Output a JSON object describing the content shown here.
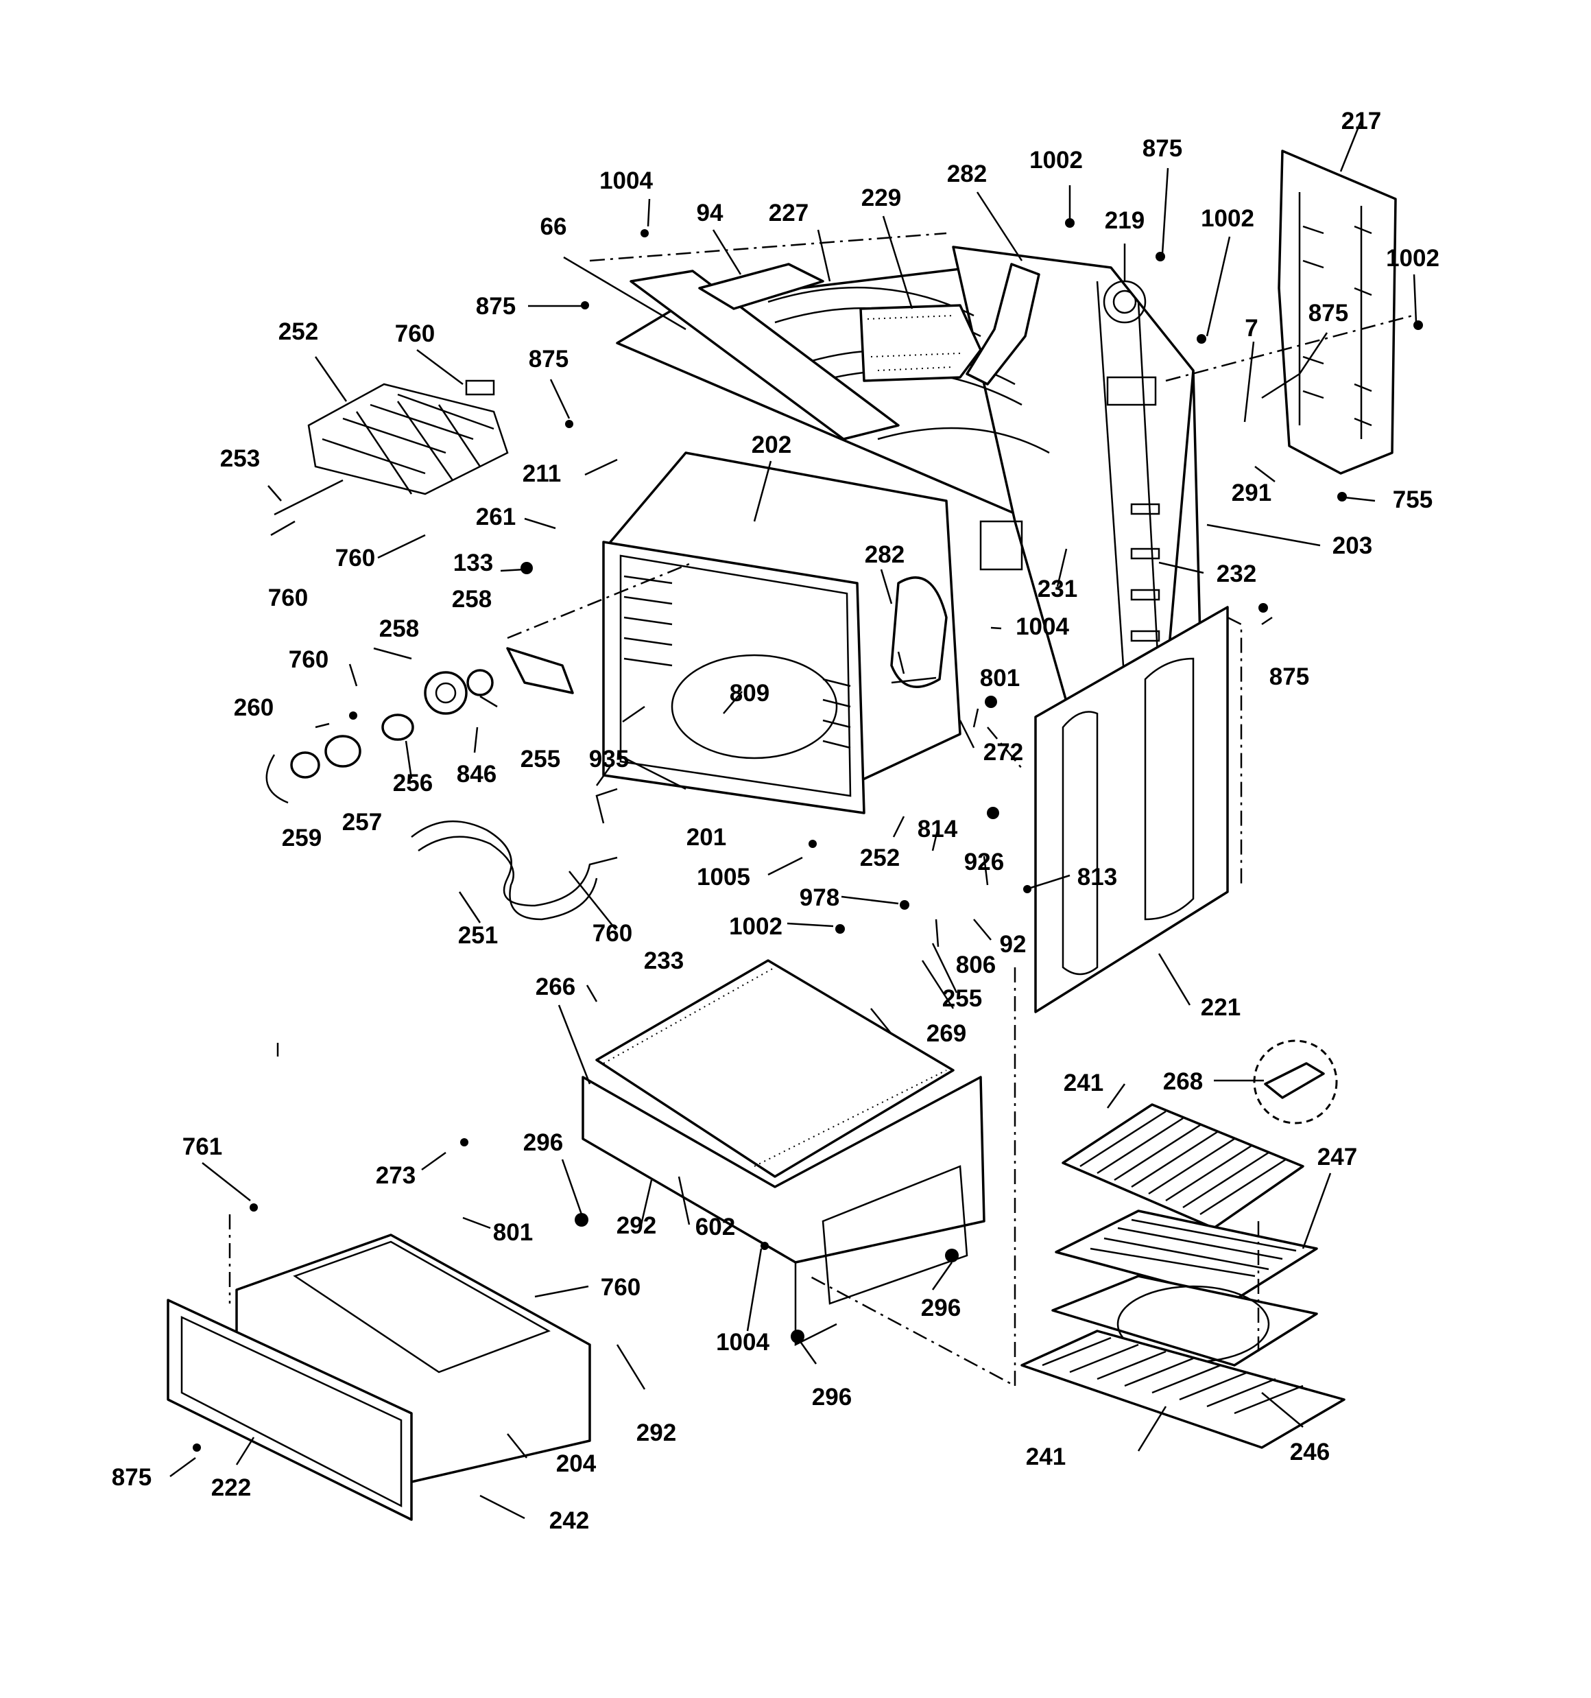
{
  "diagram": {
    "callouts": [
      {
        "id": "c1",
        "text": "217"
      },
      {
        "id": "c2",
        "text": "1004"
      },
      {
        "id": "c3",
        "text": "282"
      },
      {
        "id": "c4",
        "text": "1002"
      },
      {
        "id": "c5",
        "text": "875"
      },
      {
        "id": "c6",
        "text": "94"
      },
      {
        "id": "c7",
        "text": "227"
      },
      {
        "id": "c8",
        "text": "229"
      },
      {
        "id": "c9",
        "text": "219"
      },
      {
        "id": "c10",
        "text": "1002"
      },
      {
        "id": "c11",
        "text": "1002"
      },
      {
        "id": "c12",
        "text": "66"
      },
      {
        "id": "c13",
        "text": "875"
      },
      {
        "id": "c14",
        "text": "252"
      },
      {
        "id": "c15",
        "text": "760"
      },
      {
        "id": "c16",
        "text": "875"
      },
      {
        "id": "c17",
        "text": "875"
      },
      {
        "id": "c18",
        "text": "7"
      },
      {
        "id": "c19",
        "text": "253"
      },
      {
        "id": "c20",
        "text": "211"
      },
      {
        "id": "c21",
        "text": "202"
      },
      {
        "id": "c22",
        "text": "291"
      },
      {
        "id": "c23",
        "text": "755"
      },
      {
        "id": "c24",
        "text": "261"
      },
      {
        "id": "c25",
        "text": "203"
      },
      {
        "id": "c26",
        "text": "760"
      },
      {
        "id": "c27",
        "text": "133"
      },
      {
        "id": "c28",
        "text": "282"
      },
      {
        "id": "c29",
        "text": "232"
      },
      {
        "id": "c30",
        "text": "760"
      },
      {
        "id": "c31",
        "text": "231"
      },
      {
        "id": "c32",
        "text": "258"
      },
      {
        "id": "c33",
        "text": "258"
      },
      {
        "id": "c34",
        "text": "1004"
      },
      {
        "id": "c35",
        "text": "875"
      },
      {
        "id": "c36",
        "text": "760"
      },
      {
        "id": "c37",
        "text": "801"
      },
      {
        "id": "c38",
        "text": "809"
      },
      {
        "id": "c39",
        "text": "260"
      },
      {
        "id": "c40",
        "text": "256"
      },
      {
        "id": "c41",
        "text": "846"
      },
      {
        "id": "c42",
        "text": "255"
      },
      {
        "id": "c43",
        "text": "935"
      },
      {
        "id": "c44",
        "text": "272"
      },
      {
        "id": "c45",
        "text": "257"
      },
      {
        "id": "c46",
        "text": "259"
      },
      {
        "id": "c47",
        "text": "201"
      },
      {
        "id": "c48",
        "text": "814"
      },
      {
        "id": "c49",
        "text": "252"
      },
      {
        "id": "c50",
        "text": "926"
      },
      {
        "id": "c51",
        "text": "1005"
      },
      {
        "id": "c52",
        "text": "978"
      },
      {
        "id": "c53",
        "text": "813"
      },
      {
        "id": "c54",
        "text": "1002"
      },
      {
        "id": "c55",
        "text": "251"
      },
      {
        "id": "c56",
        "text": "760"
      },
      {
        "id": "c57",
        "text": "92"
      },
      {
        "id": "c58",
        "text": "233"
      },
      {
        "id": "c59",
        "text": "806"
      },
      {
        "id": "c60",
        "text": "266"
      },
      {
        "id": "c61",
        "text": "255"
      },
      {
        "id": "c62",
        "text": "221"
      },
      {
        "id": "c63",
        "text": "269"
      },
      {
        "id": "c64",
        "text": "241"
      },
      {
        "id": "c65",
        "text": "268"
      },
      {
        "id": "c66",
        "text": "761"
      },
      {
        "id": "c67",
        "text": "296"
      },
      {
        "id": "c68",
        "text": "247"
      },
      {
        "id": "c69",
        "text": "273"
      },
      {
        "id": "c70",
        "text": "801"
      },
      {
        "id": "c71",
        "text": "292"
      },
      {
        "id": "c72",
        "text": "602"
      },
      {
        "id": "c73",
        "text": "760"
      },
      {
        "id": "c74",
        "text": "296"
      },
      {
        "id": "c75",
        "text": "1004"
      },
      {
        "id": "c76",
        "text": "296"
      },
      {
        "id": "c77",
        "text": "292"
      },
      {
        "id": "c78",
        "text": "246"
      },
      {
        "id": "c79",
        "text": "241"
      },
      {
        "id": "c80",
        "text": "204"
      },
      {
        "id": "c81",
        "text": "875"
      },
      {
        "id": "c82",
        "text": "222"
      },
      {
        "id": "c83",
        "text": "242"
      }
    ]
  }
}
